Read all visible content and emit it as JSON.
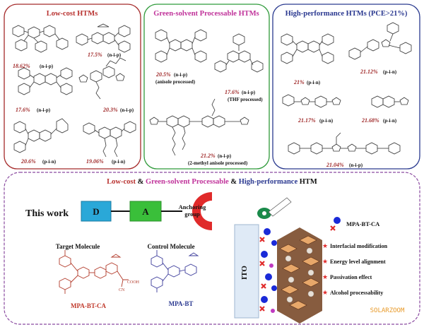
{
  "panels": {
    "low_cost": {
      "title": "Low-cost HTMs",
      "items": [
        {
          "pce": "18.62%",
          "arch": "(n-i-p)"
        },
        {
          "pce": "17.5%",
          "arch": "(n-i-p)"
        },
        {
          "pce": "17.6%",
          "arch": "(n-i-p)"
        },
        {
          "pce": "20.3%",
          "arch": "(n-i-p)"
        },
        {
          "pce": "20.6%",
          "arch": "(p-i-n)"
        },
        {
          "pce": "19.06%",
          "arch": "(p-i-n)"
        }
      ]
    },
    "green_solvent": {
      "title": "Green-solvent Processable HTMs",
      "items": [
        {
          "pce": "20.5%",
          "arch": "(n-i-p)",
          "condition": "(anisole processed)"
        },
        {
          "pce": "17.6%",
          "arch": "(n-i-p)",
          "condition": "(THF processed)"
        },
        {
          "pce": "21.2%",
          "arch": "(n-i-p)",
          "condition": "(2-methyl anisole processed)"
        }
      ]
    },
    "high_performance": {
      "title": "High-performance HTMs (PCE>21%)",
      "items": [
        {
          "pce": "21%",
          "arch": "(p-i-n)"
        },
        {
          "pce": "21.12%",
          "arch": "(p-i-n)"
        },
        {
          "pce": "21.17%",
          "arch": "(p-i-n)"
        },
        {
          "pce": "21.68%",
          "arch": "(p-i-n)"
        },
        {
          "pce": "21.04%",
          "arch": "(n-i-p)"
        }
      ]
    }
  },
  "bottom": {
    "title_parts": [
      "Low-cost ",
      "& ",
      "Green-solvent Processable ",
      "& ",
      "High-performance",
      " HTM"
    ],
    "this_work": "This work",
    "scheme": {
      "donor": "D",
      "acceptor": "A",
      "anchor_line1": "Anchoring",
      "anchor_line2": "group"
    },
    "target": {
      "heading": "Target Molecule",
      "name": "MPA-BT-CA",
      "cn_label": "CN",
      "cooh_label": "COOH"
    },
    "control": {
      "heading": "Control Molecule",
      "name": "MPA-BT"
    },
    "illustration": {
      "ito_label": "ITO"
    },
    "legend": {
      "molecule": "MPA-BT-CA"
    },
    "benefits": [
      "Interfacial modification",
      "Energy level alignment",
      "Passivation effect",
      "Alcohol processability"
    ]
  },
  "watermark": "SOLARZOOM",
  "colors": {
    "low_cost": "#b8312f",
    "green_solvent_title": "#c0329a",
    "green_solvent_border": "#2f9a3a",
    "high_performance": "#2a3890",
    "donor": "#2aa8d8",
    "acceptor": "#3abf3a",
    "anchor": "#e02a2a",
    "watermark": "#e89a2a"
  }
}
